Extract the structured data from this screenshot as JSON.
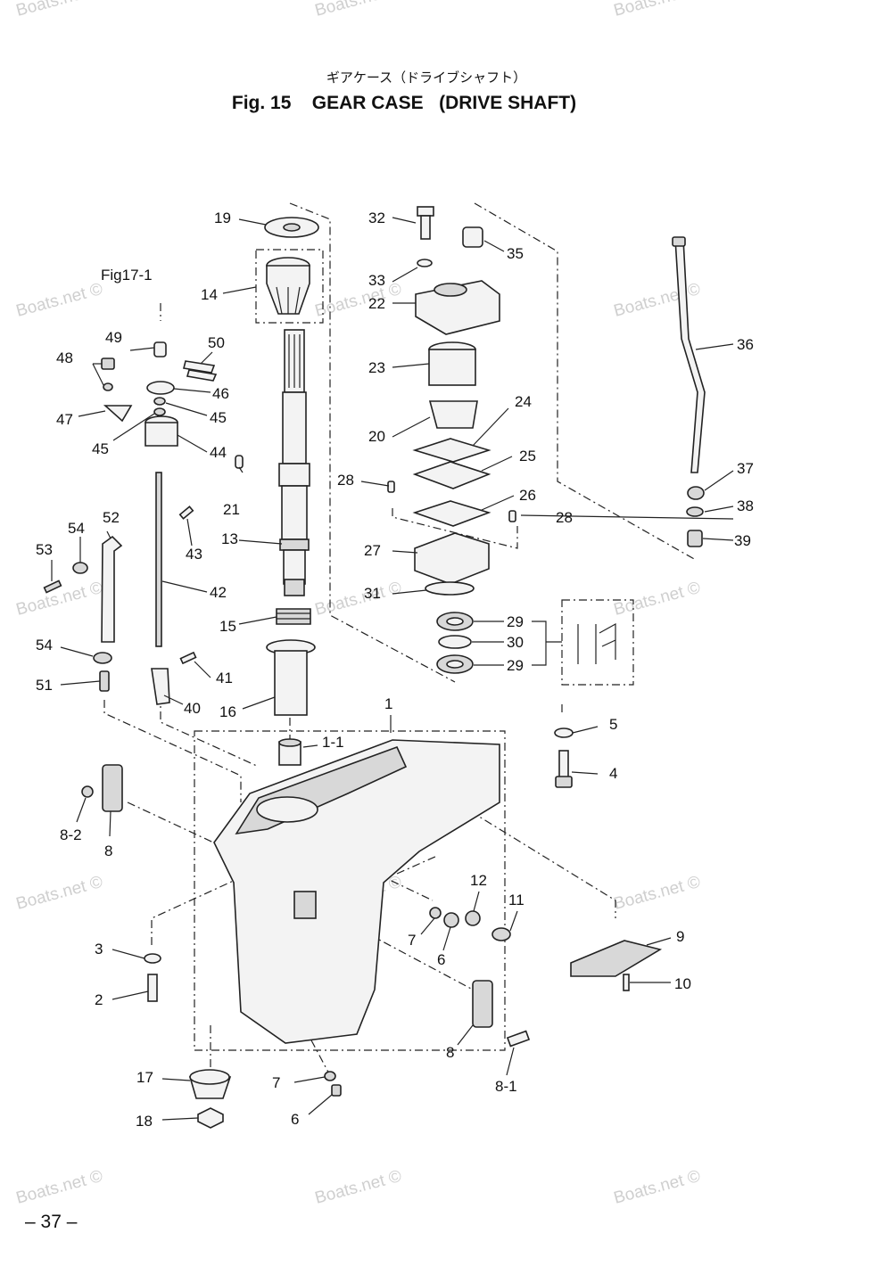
{
  "header": {
    "title_jp": "ギアケース（ドライブシャフト）",
    "title": "Fig. 15    GEAR CASE   (DRIVE SHAFT)"
  },
  "page_number": "– 37 –",
  "watermark": "Boats.net ©",
  "callouts": {
    "fig_ref": "Fig17-1",
    "p1": "1",
    "p1_1": "1-1",
    "p2": "2",
    "p3": "3",
    "p4": "4",
    "p5": "5",
    "p6a": "6",
    "p6b": "6",
    "p7a": "7",
    "p7b": "7",
    "p8a": "8",
    "p8b": "8",
    "p8_1": "8-1",
    "p8_2": "8-2",
    "p9": "9",
    "p10": "10",
    "p11": "11",
    "p12": "12",
    "p13": "13",
    "p14": "14",
    "p15": "15",
    "p16": "16",
    "p17": "17",
    "p18": "18",
    "p19": "19",
    "p20": "20",
    "p21": "21",
    "p22": "22",
    "p23": "23",
    "p24": "24",
    "p25": "25",
    "p26": "26",
    "p27": "27",
    "p28a": "28",
    "p28b": "28",
    "p29a": "29",
    "p29b": "29",
    "p30": "30",
    "p31": "31",
    "p32": "32",
    "p33": "33",
    "p35": "35",
    "p36": "36",
    "p37": "37",
    "p38": "38",
    "p39": "39",
    "p40": "40",
    "p41": "41",
    "p42": "42",
    "p43": "43",
    "p44": "44",
    "p45a": "45",
    "p45b": "45",
    "p46": "46",
    "p47": "47",
    "p48": "48",
    "p49": "49",
    "p50": "50",
    "p51": "51",
    "p52": "52",
    "p53": "53",
    "p54a": "54",
    "p54b": "54"
  }
}
